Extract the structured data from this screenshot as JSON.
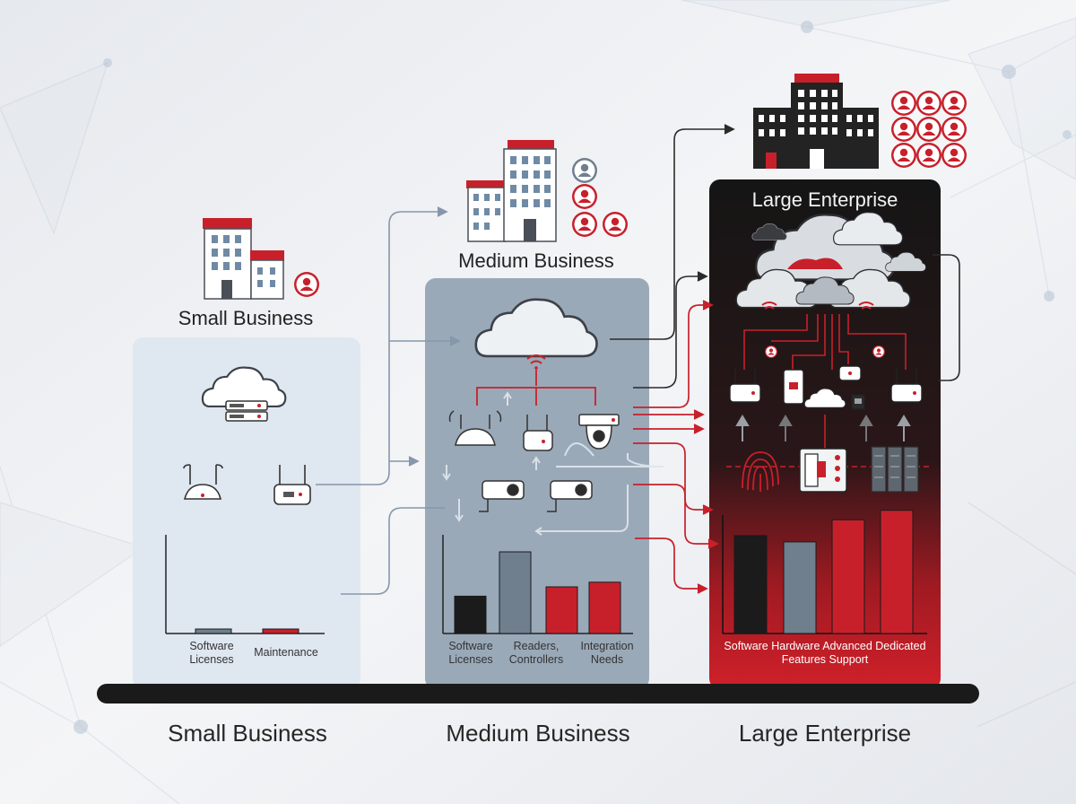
{
  "tiers": [
    {
      "id": "small",
      "title": "Small Business",
      "bottom_label": "Small Business",
      "bar_categories": [
        "Software\nLicenses",
        "Maintenance"
      ],
      "bar_values": [
        0.03,
        0.03
      ],
      "bar_colors": [
        "#6f7f8e",
        "#c8202b"
      ]
    },
    {
      "id": "medium",
      "title": "Medium Business",
      "bottom_label": "Medium Business",
      "bar_categories": [
        "Software\nLicenses",
        "Readers,\nControllers",
        "Integration\nNeeds"
      ],
      "bar_values": [
        0.32,
        0.7,
        0.4,
        0.44
      ],
      "bar_colors": [
        "#1b1b1b",
        "#6f7f8e",
        "#c8202b",
        "#c8202b"
      ]
    },
    {
      "id": "large",
      "title": "Large Enterprise",
      "bottom_label": "Large Enterprise",
      "bar_categories": [
        "Software Hardware Advanced Dedicated\nFeatures  Support"
      ],
      "bar_values": [
        0.62,
        0.58,
        0.72,
        0.78
      ],
      "bar_colors": [
        "#1b1b1b",
        "#6f7f8e",
        "#c8202b",
        "#c8202b"
      ]
    }
  ],
  "colors": {
    "accent_red": "#c8202b",
    "dark": "#1b1b1b",
    "slate": "#6f7f8e",
    "small_panel": "#dfe7f0",
    "medium_panel": "#9aa9b8",
    "platform": "#1a1a1a"
  },
  "icons": [
    "building-icon",
    "user-icon",
    "cloud-icon",
    "server-icon",
    "router-icon",
    "access-point-icon",
    "camera-icon",
    "fingerprint-icon",
    "access-panel-icon",
    "server-rack-icon"
  ]
}
